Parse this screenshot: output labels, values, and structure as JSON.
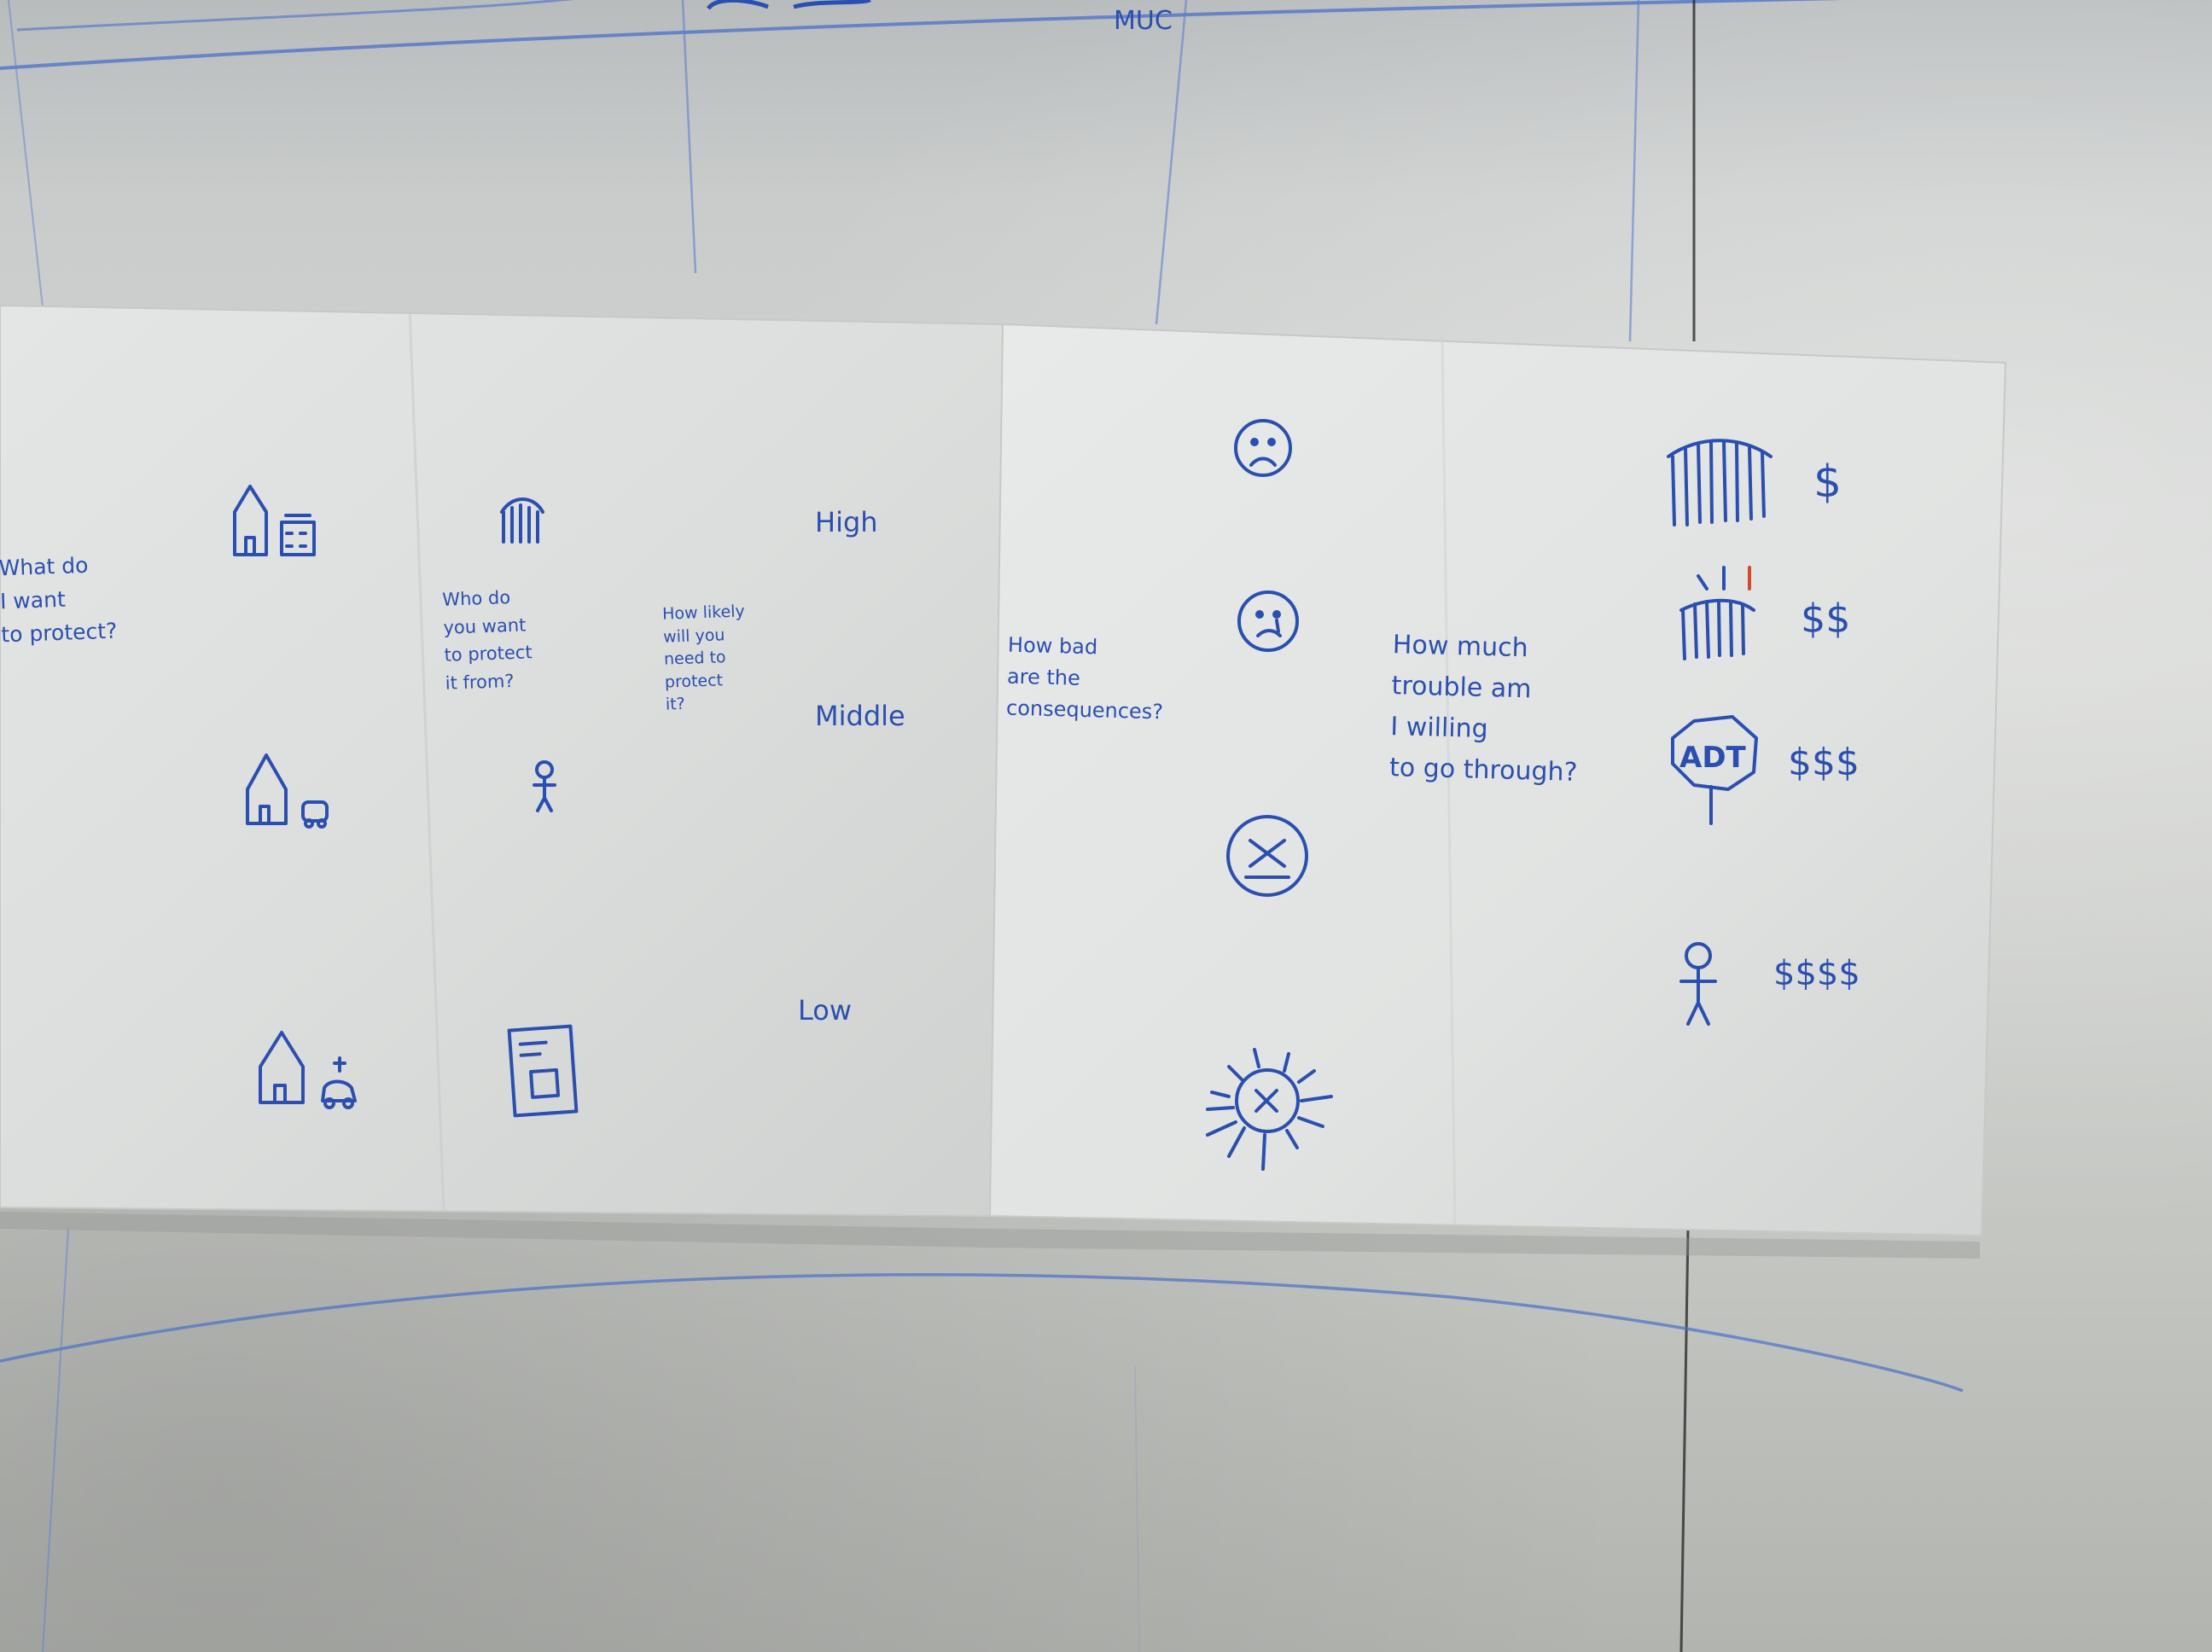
{
  "photo": {
    "subject": "hand-drawn sketches on paper taped to whiteboard",
    "ink_color": "#2b4fb0",
    "accent_color": "#d24a2a"
  },
  "left_sheet": {
    "q_what": "What do\nI want\nto protect?",
    "q_who": "Who do\nyou want\nto protect\nit from?",
    "q_likely": "How likely\nwill you\nneed to\nprotect\nit?",
    "level_high": "High",
    "level_middle": "Middle",
    "level_low": "Low"
  },
  "right_sheet": {
    "q_bad": "How bad\nare the\nconsequences?",
    "q_trouble": "How much\ntrouble am\nI willing\nto go through?",
    "sign_label": "ADT",
    "cost_1": "$",
    "cost_2": "$$",
    "cost_3": "$$$",
    "cost_4": "$$$$"
  },
  "top_partial_text": "MUC"
}
